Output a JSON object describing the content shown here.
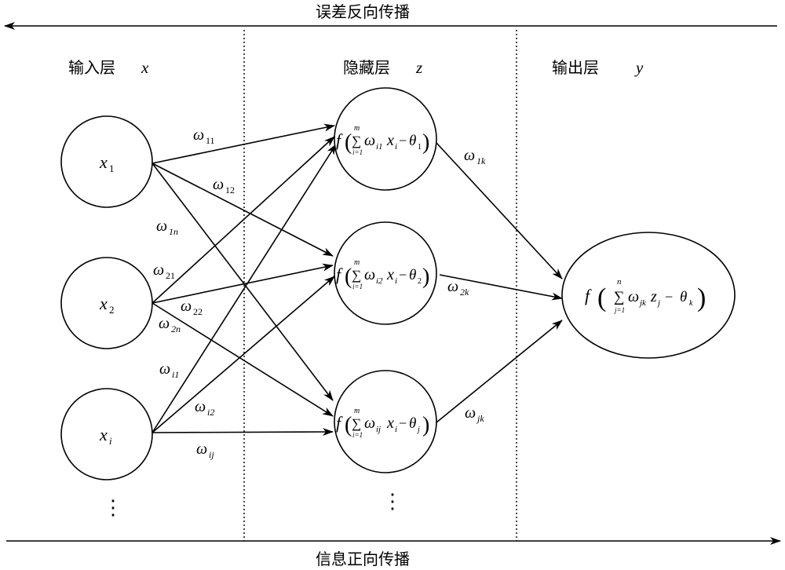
{
  "title_top": "误差反向传播",
  "title_bottom": "信息正向传播",
  "layers": {
    "input": {
      "label": "输入层",
      "var": "x"
    },
    "hidden": {
      "label": "隐藏层",
      "var": "z"
    },
    "output": {
      "label": "输出层",
      "var": "y"
    }
  },
  "input_nodes": [
    {
      "base": "x",
      "sub": "1"
    },
    {
      "base": "x",
      "sub": "2"
    },
    {
      "base": "x",
      "sub": "i"
    }
  ],
  "hidden_nodes": [
    {
      "f": "f",
      "sum_top": "m",
      "sum_bot": "i=1",
      "w": "ω",
      "w_sub": "i1",
      "x": "x",
      "x_sub": "i",
      "minus": "−",
      "theta": "θ",
      "theta_sub": "1"
    },
    {
      "f": "f",
      "sum_top": "m",
      "sum_bot": "i=1",
      "w": "ω",
      "w_sub": "i2",
      "x": "x",
      "x_sub": "i",
      "minus": "−",
      "theta": "θ",
      "theta_sub": "2"
    },
    {
      "f": "f",
      "sum_top": "m",
      "sum_bot": "i=1",
      "w": "ω",
      "w_sub": "ij",
      "x": "x",
      "x_sub": "i",
      "minus": "−",
      "theta": "θ",
      "theta_sub": "j"
    }
  ],
  "output_node": {
    "f": "f",
    "sum_top": "n",
    "sum_bot": "j=1",
    "w": "ω",
    "w_sub": "jk",
    "z": "z",
    "z_sub": "j",
    "minus": "−",
    "theta": "θ",
    "theta_sub": "k"
  },
  "weights_in": [
    {
      "base": "ω",
      "sub": "11"
    },
    {
      "base": "ω",
      "sub": "12"
    },
    {
      "base": "ω",
      "sub": "1n"
    },
    {
      "base": "ω",
      "sub": "21"
    },
    {
      "base": "ω",
      "sub": "22"
    },
    {
      "base": "ω",
      "sub": "2n"
    },
    {
      "base": "ω",
      "sub": "i1"
    },
    {
      "base": "ω",
      "sub": "i2"
    },
    {
      "base": "ω",
      "sub": "ij"
    }
  ],
  "weights_out": [
    {
      "base": "ω",
      "sub": "1k"
    },
    {
      "base": "ω",
      "sub": "2k"
    },
    {
      "base": "ω",
      "sub": "jk"
    }
  ],
  "ellipsis": "⋮"
}
